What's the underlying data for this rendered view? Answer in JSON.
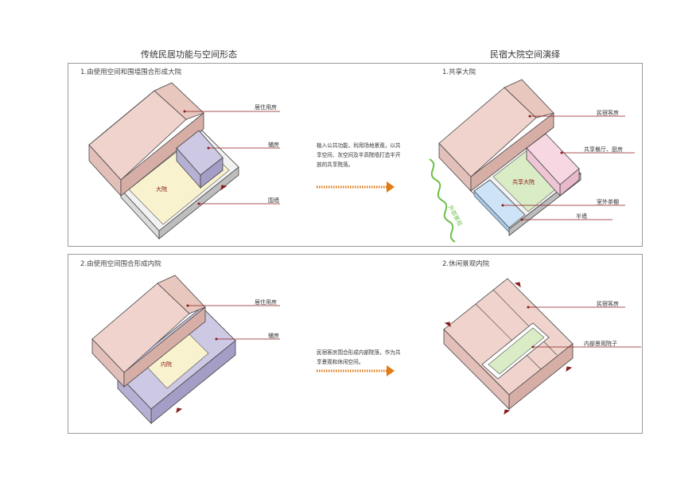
{
  "headings": {
    "left": "传统民居功能与空间形态",
    "right": "民宿大院空间演绎"
  },
  "panel1": {
    "left_title": "1.由使用空间和围墙围合形成大院",
    "right_title": "1.共享大院",
    "left_labels": {
      "residence": "居住用房",
      "side": "辅房",
      "yard": "大院",
      "wall": "围墙"
    },
    "note": "植入公共功能，利用场地景观，以共享空间、灰空间及半高院墙打造半开放的共享院落。",
    "right_labels": {
      "guestroom": "民宿客房",
      "dining": "共享餐厅、厨房",
      "yard": "共享大院",
      "tea": "室外茶棚",
      "halfwall": "半墙",
      "outside": "外部景观"
    }
  },
  "panel2": {
    "left_title": "2.由使用空间围合形成内院",
    "right_title": "2.休闲景观内院",
    "left_labels": {
      "residence": "居住用房",
      "side": "辅房",
      "yard": "内院"
    },
    "note": "民宿客房围合形成内部院落，作为共享景观和休闲空间。",
    "right_labels": {
      "guestroom": "民宿客房",
      "inner": "内部景观院子"
    }
  },
  "colors": {
    "roof": "#efd3cc",
    "wall": "#e2bfb8",
    "lilac": "#cdc8e3",
    "yard": "#f8f2cf",
    "blue": "#cfe3f6",
    "green": "#d9ecc5",
    "pink": "#f6d7e2",
    "leader": "#8b1a1a",
    "arrow": "#e07b16",
    "landscape": "#6bbf4a"
  },
  "icons": [
    "arrow-icon",
    "entrance-arrow-icon"
  ]
}
